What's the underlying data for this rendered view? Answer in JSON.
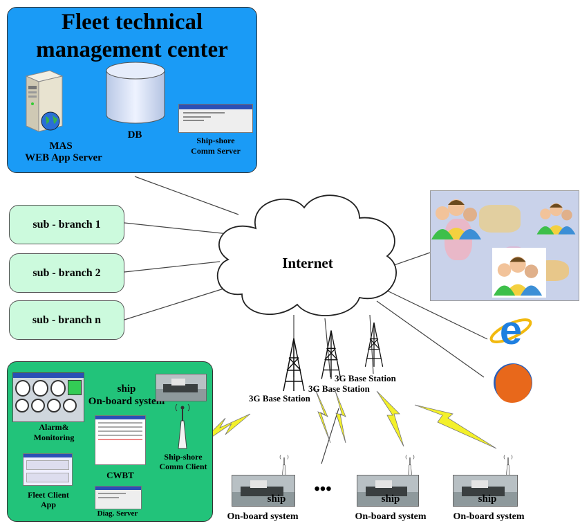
{
  "center": {
    "title_line1": "Fleet technical",
    "title_line2": "management center",
    "mas_line1": "MAS",
    "mas_line2": "WEB App Server",
    "db": "DB",
    "comm_line1": "Ship-shore",
    "comm_line2": "Comm Server"
  },
  "branches": [
    "sub - branch 1",
    "sub - branch 2",
    "sub - branch n"
  ],
  "internet": "Internet",
  "base_stations": [
    "3G Base Station",
    "3G Base Station",
    "3G Base Station"
  ],
  "onboard": {
    "ship_line1": "ship",
    "ship_line2": "On-board system",
    "alarm_line1": "Alarm&",
    "alarm_line2": "Monitoring",
    "cwbt": "CWBT",
    "client_line1": "Ship-shore",
    "client_line2": "Comm Client",
    "fleet_line1": "Fleet Client",
    "fleet_line2": "App",
    "diag": "Diag. Server"
  },
  "ships": [
    {
      "line1": "ship",
      "line2": "On-board system"
    },
    {
      "line1": "ship",
      "line2": "On-board system"
    },
    {
      "line1": "ship",
      "line2": "On-board system"
    }
  ],
  "ellipsis": "•••",
  "colors": {
    "center_bg": "#1a9bf6",
    "onboard_bg": "#22c37a",
    "branch_bg": "#ccfadd",
    "lightning": "#f3f02a"
  },
  "icons": [
    "server-icon",
    "globe-icon",
    "database-icon",
    "users-icon",
    "world-map-icon",
    "ie-browser-icon",
    "firefox-browser-icon",
    "antenna-tower-icon",
    "lightning-icon",
    "ship-photo-icon"
  ]
}
